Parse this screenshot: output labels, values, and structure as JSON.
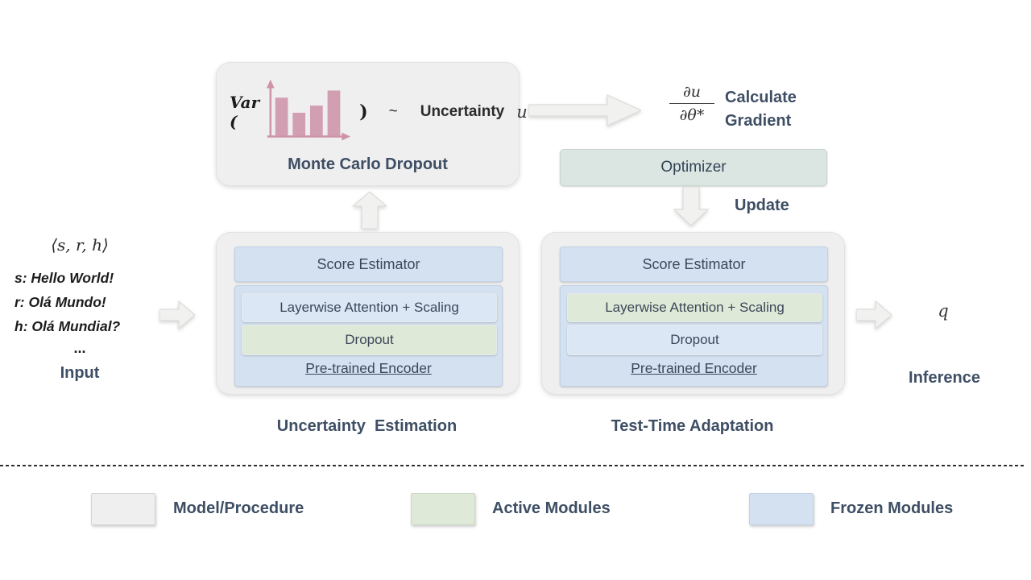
{
  "colors": {
    "heading_blue": "#3e4e64",
    "frozen_blue": "#d3e1f1",
    "frozen_blue_inner": "#dbe7f4",
    "active_green": "#dfe9d7",
    "optimizer_teal": "#dbe5e1",
    "model_gray": "#efefef",
    "bar_pink": "#d29fb2",
    "arrow_gray": "#f1f1f0"
  },
  "input": {
    "tuple": "⟨s, r, h⟩",
    "line_s": "s: Hello World!",
    "line_r": "r: Olá Mundo!",
    "line_h": "h: Olá Mundial?",
    "ellipsis": "...",
    "label": "Input"
  },
  "mc_dropout": {
    "var_label": "Var (",
    "close_paren": ")",
    "tilde": "~",
    "uncertainty_label": "Uncertainty",
    "u_symbol": "u",
    "title": "Monte Carlo Dropout",
    "bar_chart": {
      "type": "bar",
      "values": [
        0.78,
        0.47,
        0.62,
        0.92
      ],
      "color": "#d29fb2",
      "axis_color": "#cf93a8"
    }
  },
  "gradient": {
    "numerator": "∂u",
    "denominator": "∂θ*",
    "label_line1": "Calculate",
    "label_line2": "Gradient"
  },
  "optimizer_label": "Optimizer",
  "update_label": "Update",
  "uncertainty_estimation": {
    "title": "Uncertainty  Estimation",
    "score_estimator": "Score Estimator",
    "layerwise": "Layerwise Attention + Scaling",
    "dropout": "Dropout",
    "encoder": "Pre-trained Encoder"
  },
  "test_time_adaptation": {
    "title": "Test-Time Adaptation",
    "score_estimator": "Score Estimator",
    "layerwise": "Layerwise Attention + Scaling",
    "dropout": "Dropout",
    "encoder": "Pre-trained Encoder"
  },
  "inference": {
    "q_symbol": "q",
    "label": "Inference"
  },
  "legend": [
    {
      "label": "Model/Procedure"
    },
    {
      "label": "Active Modules"
    },
    {
      "label": "Frozen Modules"
    }
  ]
}
